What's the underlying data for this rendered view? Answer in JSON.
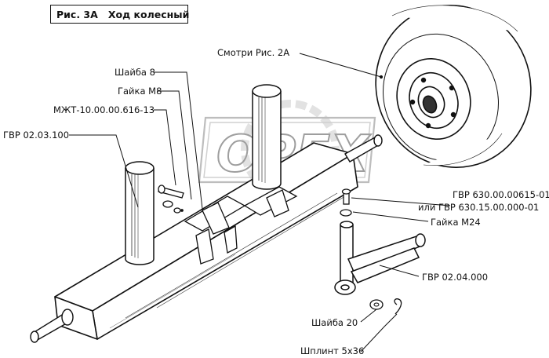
{
  "title": {
    "fig_number": "Рис. 3А",
    "fig_name": "Ход колесный"
  },
  "watermark": "OPEX",
  "labels": {
    "see_fig": "Смотри Рис. 2А",
    "washer_8": "Шайба 8",
    "nut_m8": "Гайка М8",
    "mzht": "МЖТ-10.00.00.616-13",
    "gvr_0203": "ГВР 02.03.100",
    "gvr_630_a": "ГВР 630.00.00615-01",
    "gvr_630_b": "или ГВР 630.15.00.000-01",
    "nut_m24": "Гайка М24",
    "gvr_0204": "ГВР 02.04.000",
    "washer_20": "Шайба 20",
    "pin": "Шплинт 5х36"
  }
}
